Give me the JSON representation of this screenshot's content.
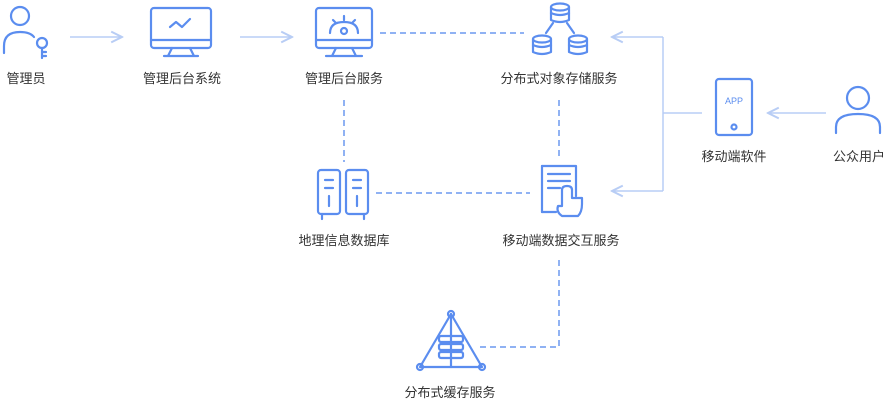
{
  "nodes": {
    "admin": {
      "label": "管理员",
      "icon": "admin-key-icon"
    },
    "admin_system": {
      "label": "管理后台系统",
      "icon": "monitor-icon"
    },
    "admin_service": {
      "label": "管理后台服务",
      "icon": "gear-monitor-icon"
    },
    "object_storage": {
      "label": "分布式对象存储服务",
      "icon": "database-cluster-icon"
    },
    "mobile_app": {
      "label": "移动端软件",
      "icon": "phone-icon",
      "screen_text": "APP"
    },
    "public_user": {
      "label": "公众用户",
      "icon": "user-icon"
    },
    "geo_db": {
      "label": "地理信息数据库",
      "icon": "server-rack-icon"
    },
    "mobile_data": {
      "label": "移动端数据交互服务",
      "icon": "document-touch-icon"
    },
    "cache": {
      "label": "分布式缓存服务",
      "icon": "pyramid-cache-icon"
    }
  },
  "colors": {
    "icon_stroke": "#5b8def",
    "arrow": "#b8cdf5",
    "dashed_line": "#6b98ef",
    "label_text": "#333333"
  }
}
